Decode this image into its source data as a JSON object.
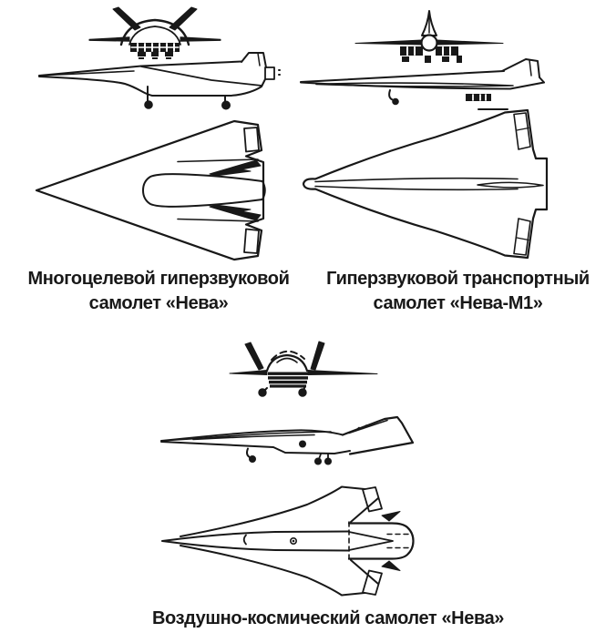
{
  "page": {
    "background_color": "#ffffff",
    "ink_color": "#181818"
  },
  "figure": {
    "captions": {
      "left": [
        "Многоцелевой гиперзвуковой",
        "самолет «Нева»"
      ],
      "right": [
        "Гиперзвуковой транспортный",
        "самолет «Нева-М1»"
      ],
      "bottom": [
        "Воздушно-космический самолет «Нева»"
      ]
    }
  }
}
